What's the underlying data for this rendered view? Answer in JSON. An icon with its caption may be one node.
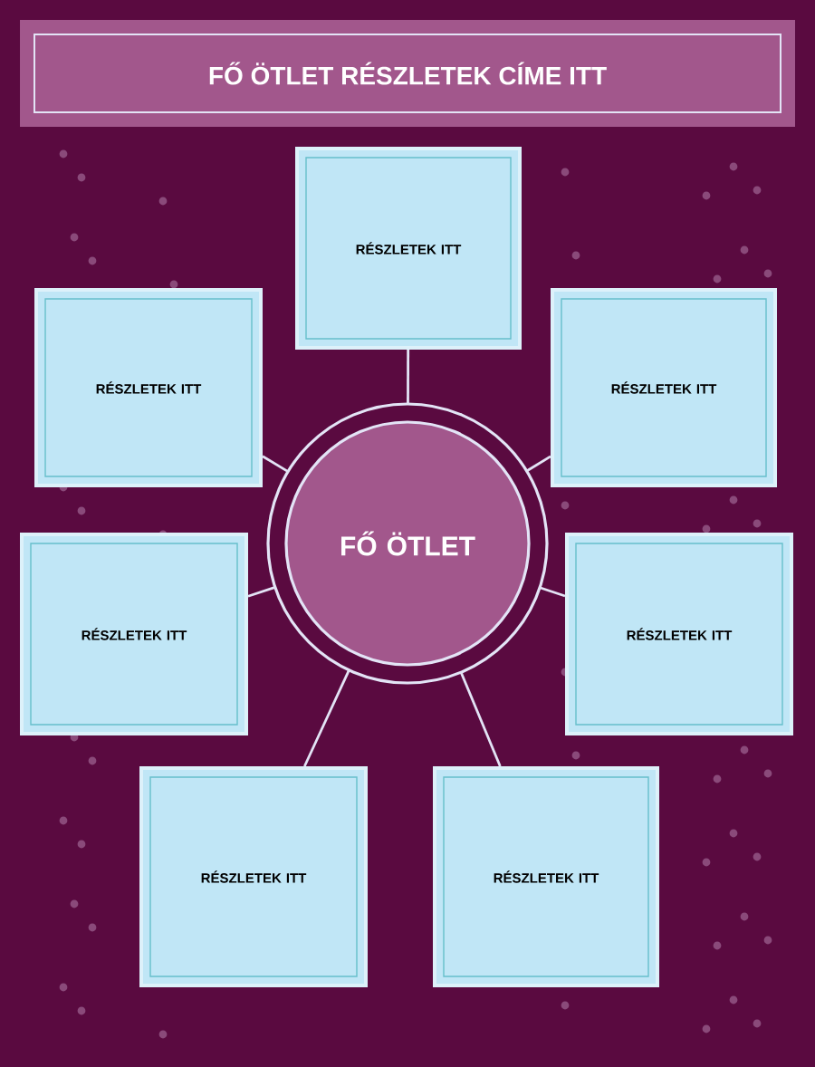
{
  "diagram": {
    "title": "FŐ ÖTLET RÉSZLETEK CÍME ITT",
    "nodes": [
      {
        "text": [
          "FŐ ÖTLET"
        ]
      },
      {
        "text": [
          "RÉSZLETEK ITT"
        ]
      },
      {
        "text": [
          "RÉSZLETEK ITT"
        ]
      },
      {
        "text": [
          "RÉSZLETEK ITT"
        ]
      },
      {
        "text": [
          "RÉSZLETEK ITT"
        ]
      },
      {
        "text": [
          "RÉSZLETEK ITT"
        ]
      },
      {
        "text": [
          "RÉSZLETEK ITT"
        ]
      },
      {
        "text": [
          "RÉSZLETEK ITT"
        ]
      }
    ],
    "edges": [
      {
        "from": 0,
        "to": 1,
        "arrow": "none"
      },
      {
        "from": 0,
        "to": 2,
        "arrow": "none"
      },
      {
        "from": 0,
        "to": 3,
        "arrow": "none"
      },
      {
        "from": 0,
        "to": 4,
        "arrow": "none"
      },
      {
        "from": 0,
        "to": 5,
        "arrow": "none"
      },
      {
        "from": 0,
        "to": 6,
        "arrow": "none"
      },
      {
        "from": 0,
        "to": 7,
        "arrow": "none"
      }
    ]
  }
}
